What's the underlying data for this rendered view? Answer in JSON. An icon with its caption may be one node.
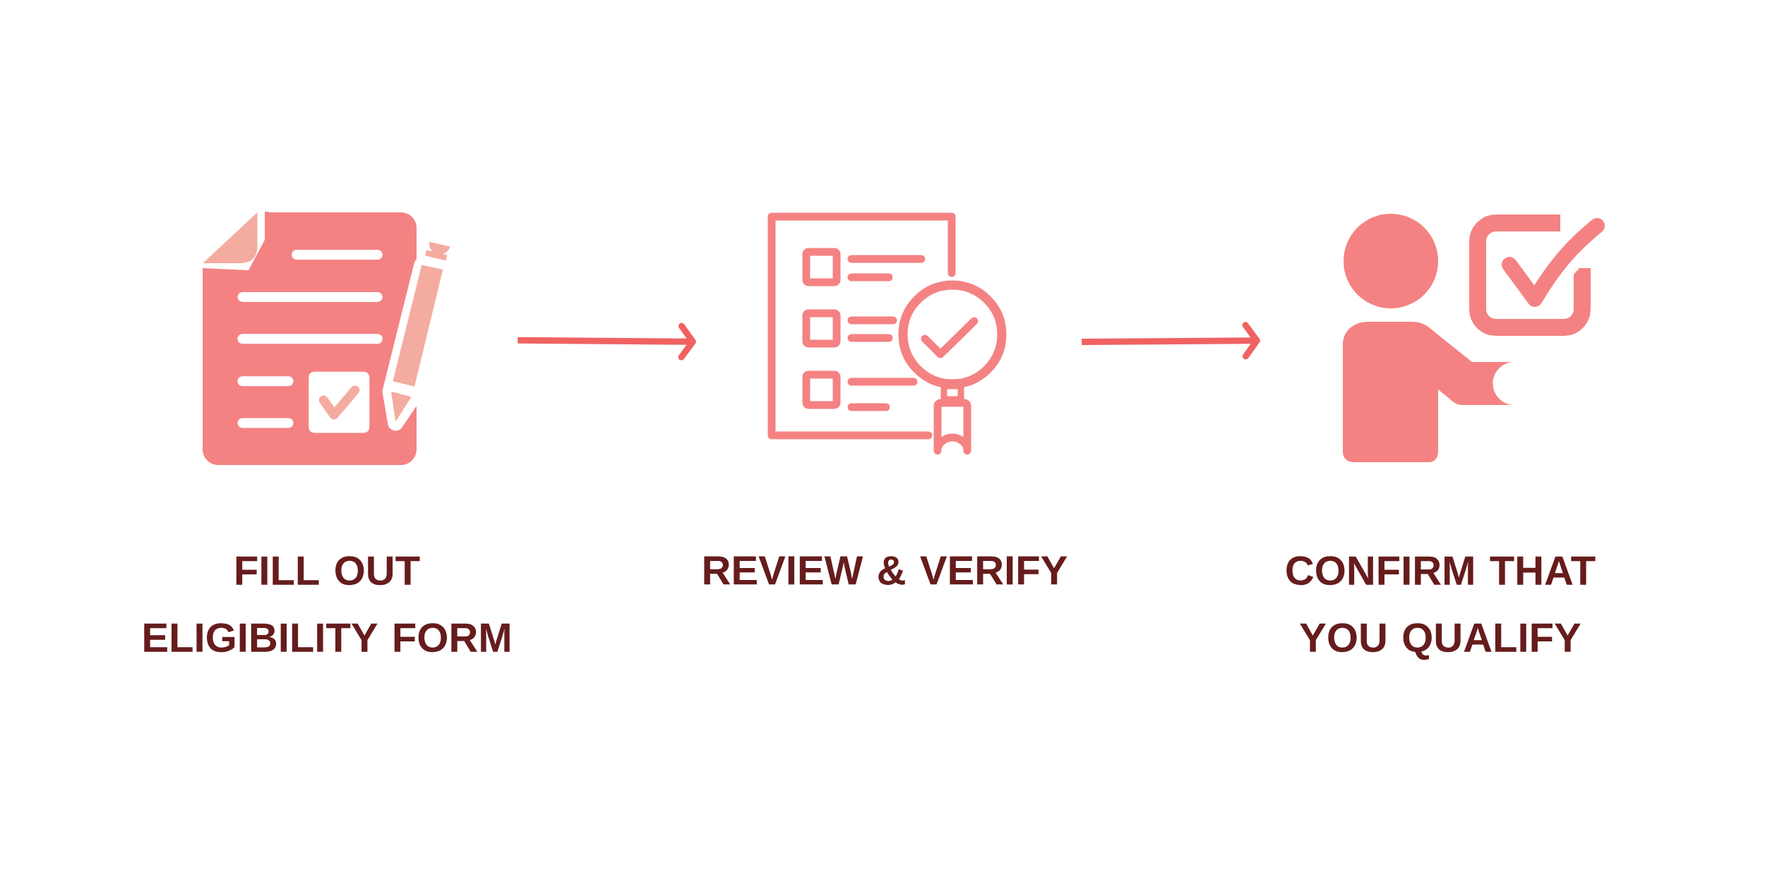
{
  "diagram": {
    "nodes": [
      {
        "text": [],
        "shape": "picture",
        "beside": [
          "FILL OUT ELIGIBILITY FORM"
        ]
      },
      {
        "text": [],
        "shape": "picture",
        "beside": [
          "REVIEW & VERIFY"
        ]
      },
      {
        "text": [],
        "shape": "picture",
        "beside": [
          "CONFIRM THAT YOU QUALIFY"
        ]
      }
    ],
    "edges": [
      {
        "from": 0,
        "to": 1,
        "arrow": "to"
      },
      {
        "from": 1,
        "to": 2,
        "arrow": "to"
      }
    ]
  }
}
